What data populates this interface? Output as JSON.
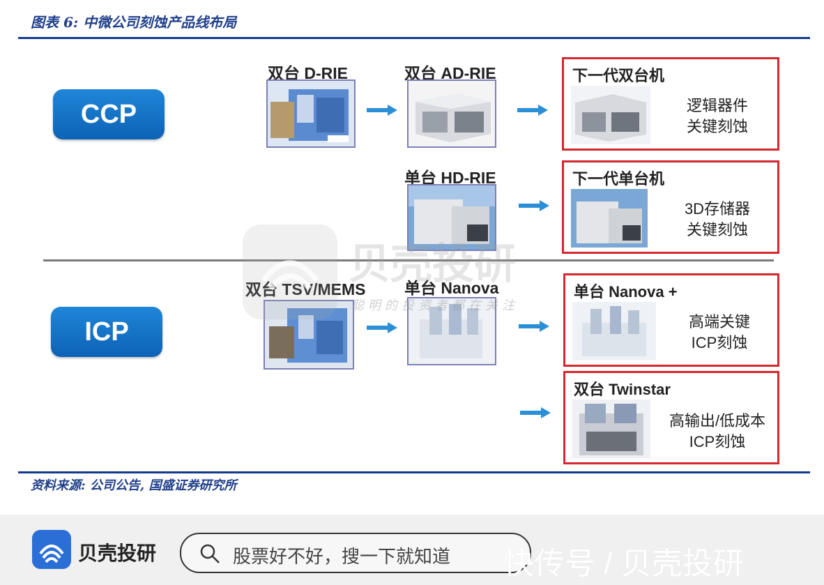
{
  "title": "图表 6:  中微公司刻蚀产品线布局",
  "categories": {
    "ccp": "CCP",
    "icp": "ICP"
  },
  "machines": {
    "d_rie": "双台 D-RIE",
    "ad_rie": "双台 AD-RIE",
    "hd_rie": "单台 HD-RIE",
    "tsv_mems": "双台 TSV/MEMS",
    "nanova": "单台 Nanova"
  },
  "boxes": {
    "next_dual": {
      "title": "下一代双台机",
      "desc1": "逻辑器件",
      "desc2": "关键刻蚀"
    },
    "next_single": {
      "title": "下一代单台机",
      "desc1": "3D存储器",
      "desc2": "关键刻蚀"
    },
    "nanova_plus": {
      "title": "单台 Nanova +",
      "desc1": "高端关键",
      "desc2": "ICP刻蚀"
    },
    "twinstar": {
      "title": "双台 Twinstar",
      "desc1": "高输出/低成本",
      "desc2": "ICP刻蚀"
    }
  },
  "source": "资料来源:  公司公告,  国盛证券研究所",
  "watermark": {
    "main": "贝壳投研",
    "sub": "聪明的投资者都在关注"
  },
  "footer": {
    "brand": "贝壳投研",
    "search_placeholder": "股票好不好，搜一下就知道",
    "watermark_right": "快传号 / 贝壳投研"
  },
  "colors": {
    "accent": "#123a8c",
    "button": "#0d62b6",
    "box_border": "#d6262f"
  }
}
